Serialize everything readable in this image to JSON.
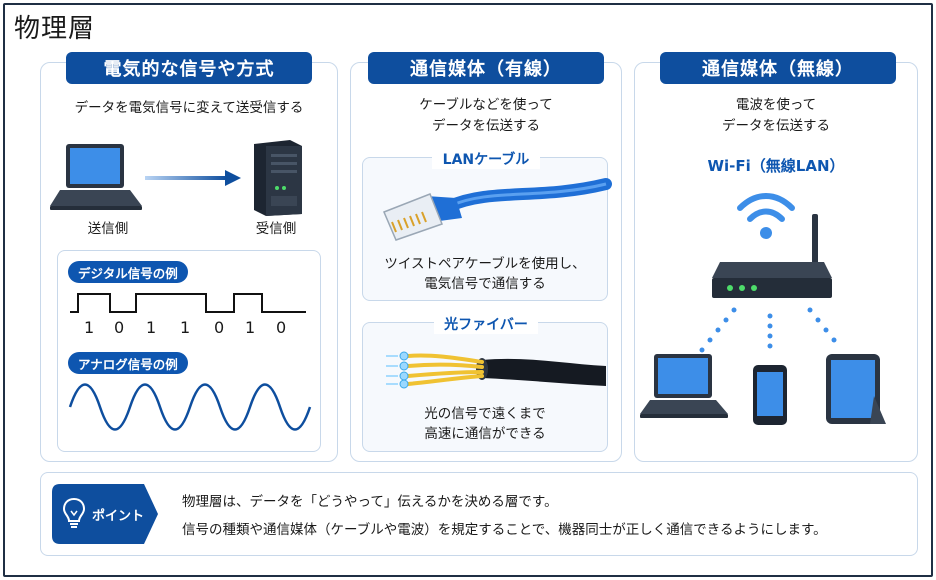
{
  "title": "物理層",
  "sections": [
    {
      "heading": "電気的な信号や方式",
      "description": "データを電気信号に変えて送受信する",
      "sender_label": "送信側",
      "receiver_label": "受信側",
      "digital_label": "デジタル信号の例",
      "bits": [
        "1",
        "0",
        "1",
        "1",
        "0",
        "1",
        "0"
      ],
      "analog_label": "アナログ信号の例"
    },
    {
      "heading": "通信媒体（有線）",
      "description_1": "ケーブルなどを使って",
      "description_2": "データを伝送する",
      "lan_title": "LANケーブル",
      "lan_text_1": "ツイストペアケーブルを使用し、",
      "lan_text_2": "電気信号で通信する",
      "fiber_title": "光ファイバー",
      "fiber_text_1": "光の信号で遠くまで",
      "fiber_text_2": "高速に通信ができる"
    },
    {
      "heading": "通信媒体（無線）",
      "description_1": "電波を使って",
      "description_2": "データを伝送する",
      "wifi_label": "Wi-Fi（無線LAN）"
    }
  ],
  "point": {
    "tag": "ポイント",
    "line_1": "物理層は、データを「どうやって」伝えるかを決める層です。",
    "line_2": "信号の種類や通信媒体（ケーブルや電波）を規定することで、機器同士が正しく通信できるようにします。"
  },
  "colors": {
    "primary": "#0e4e9e",
    "accent": "#0e56b0",
    "wire_blue": "#1f6fd6",
    "border": "#c8d8ea"
  }
}
